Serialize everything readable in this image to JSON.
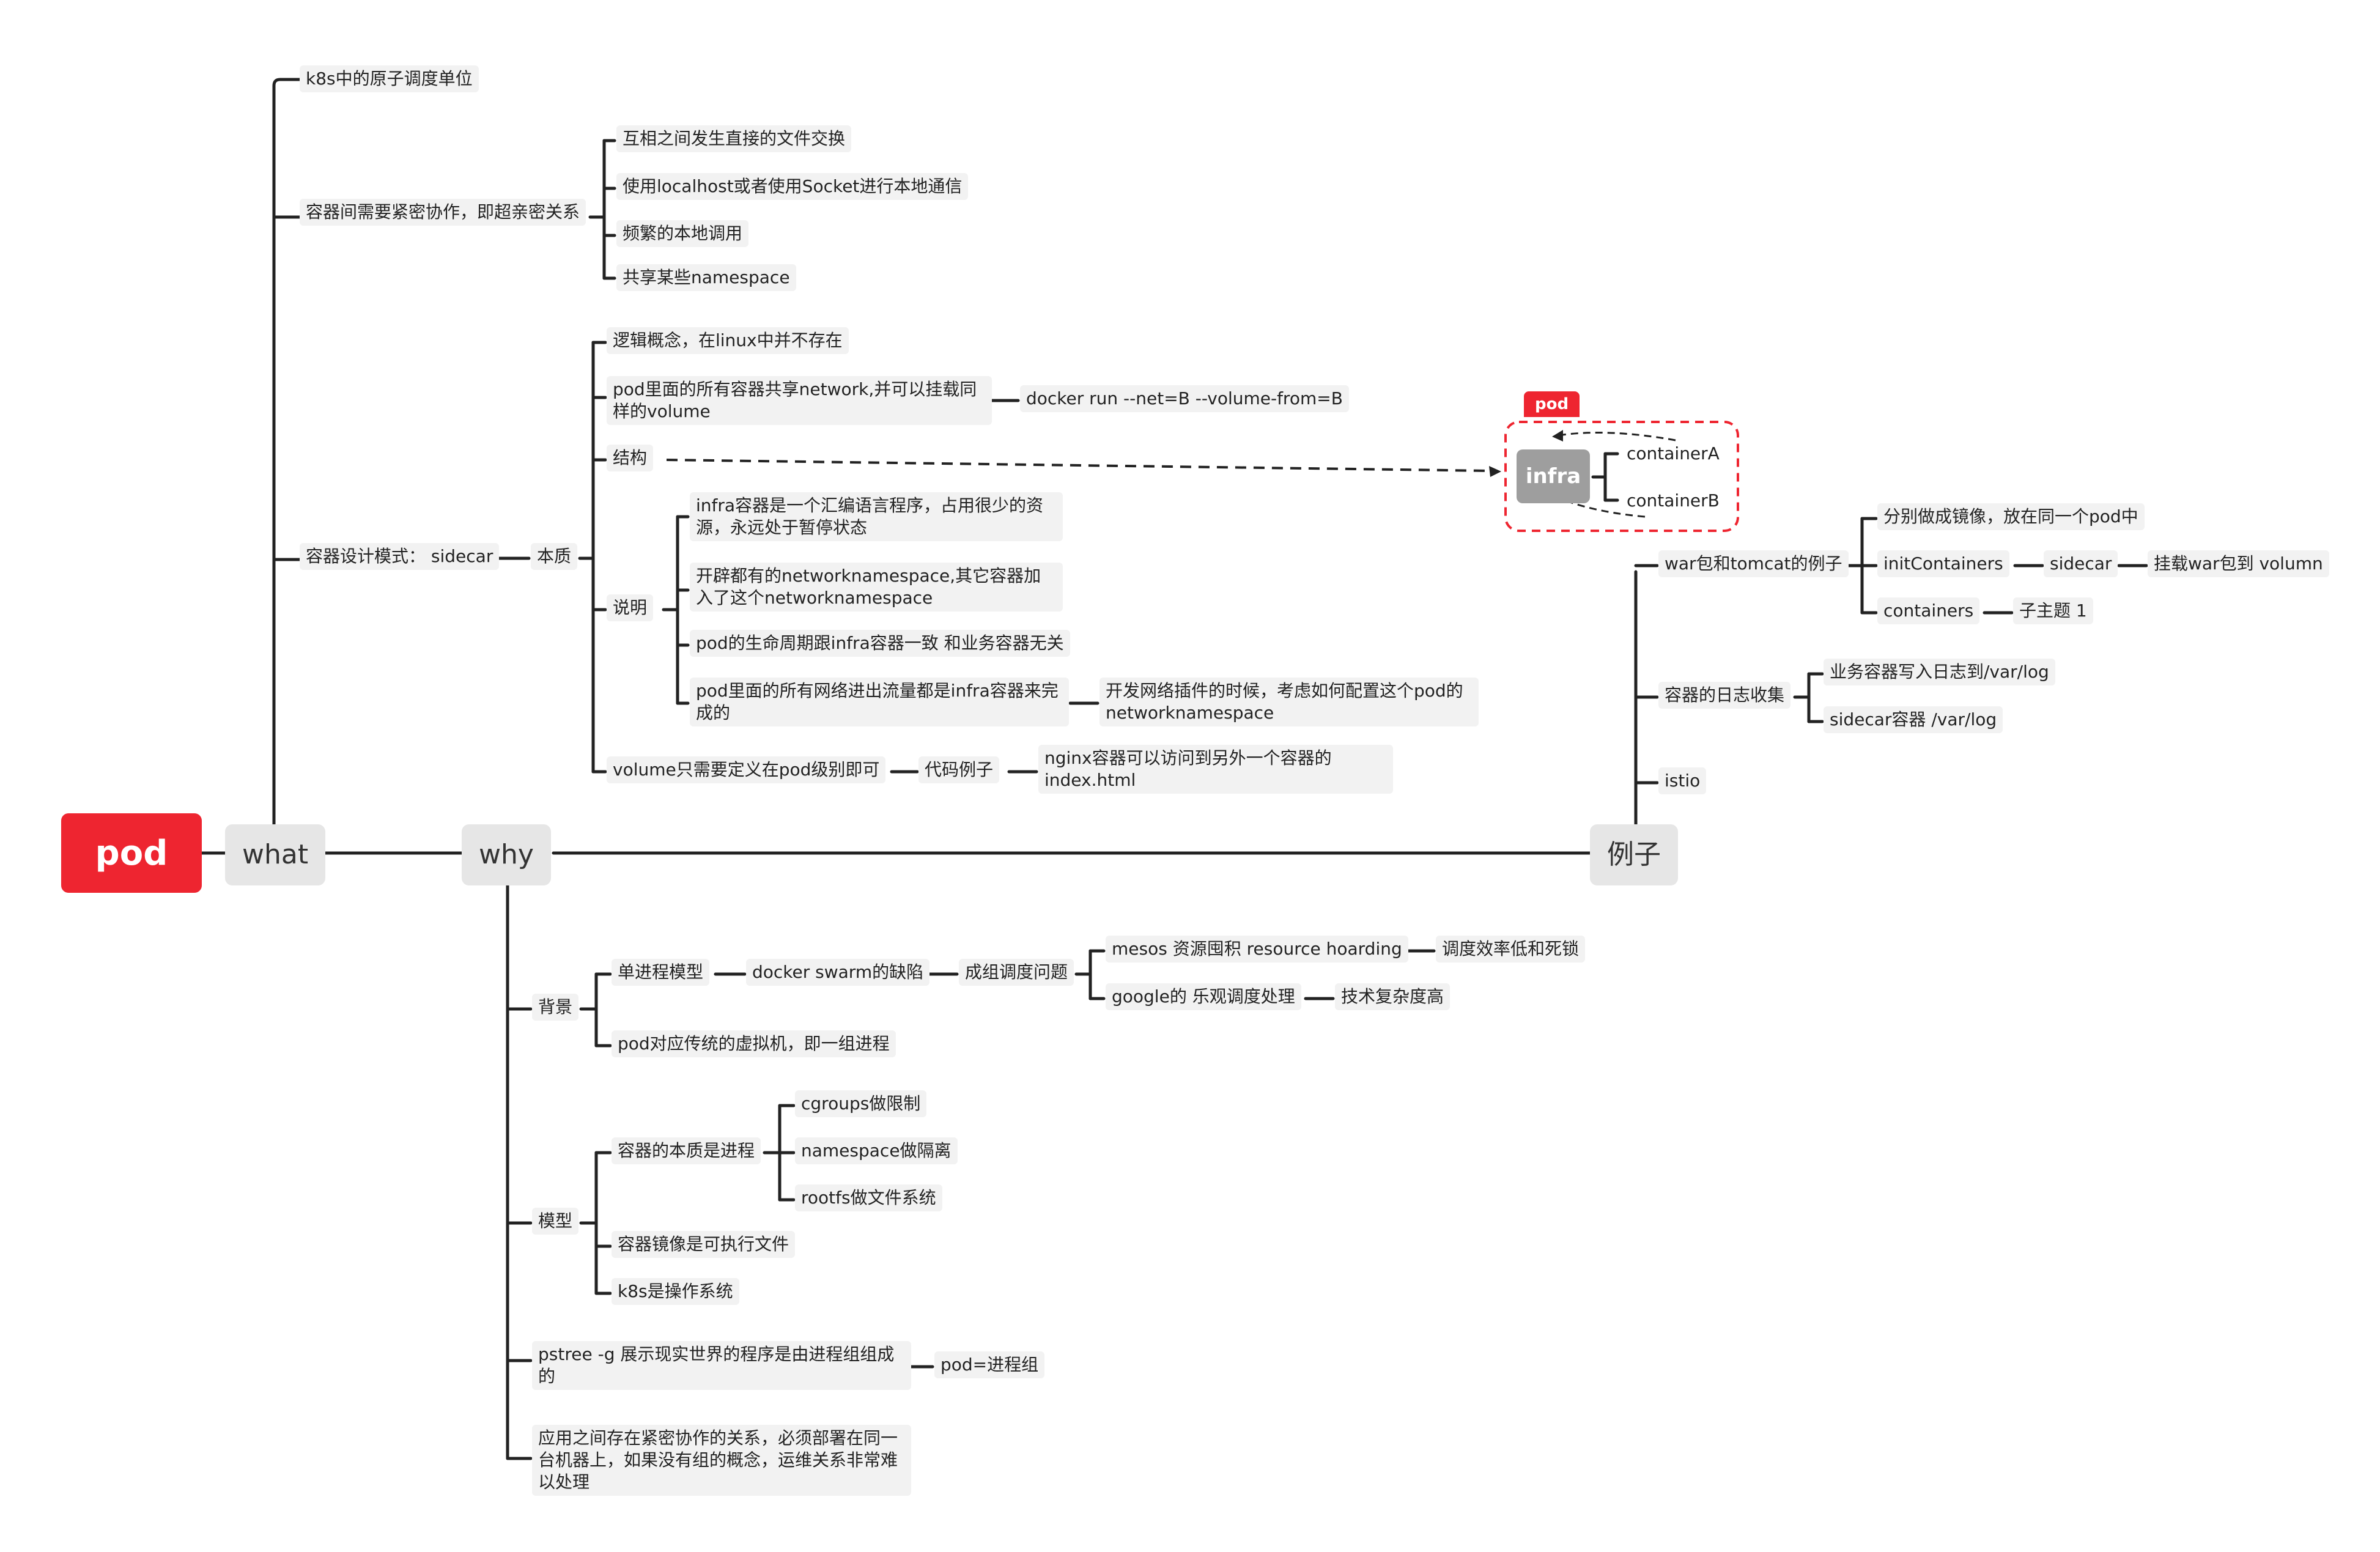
{
  "root": {
    "label": "pod"
  },
  "main": {
    "what": "what",
    "why": "why",
    "example": "例子"
  },
  "what": {
    "atomic": "k8s中的原子调度单位",
    "intimate": "容器间需要紧密协作，即超亲密关系",
    "intimate_items": [
      "互相之间发生直接的文件交换",
      "使用localhost或者使用Socket进行本地通信",
      "频繁的本地调用",
      "共享某些namespace"
    ],
    "design": "容器设计模式： sidecar",
    "essence": "本质",
    "logic": "逻辑概念，在linux中并不存在",
    "share_network": "pod里面的所有容器共享network,并可以挂载同样的volume",
    "docker_cmd": "docker run --net=B --volume-from=B",
    "structure": "结构",
    "explain": "说明",
    "explain_items": [
      "infra容器是一个汇编语言程序，占用很少的资源，永远处于暂停状态",
      "开辟都有的networknamespace,其它容器加入了这个networknamespace",
      "pod的生命周期跟infra容器一致 和业务容器无关",
      "pod里面的所有网络进出流量都是infra容器来完成的"
    ],
    "plugin_note": "开发网络插件的时候，考虑如何配置这个pod的networknamespace",
    "volume": "volume只需要定义在pod级别即可",
    "code_example": "代码例子",
    "nginx": "nginx容器可以访问到另外一个容器的index.html"
  },
  "diagram": {
    "badge": "pod",
    "infra": "infra",
    "container_a": "containerA",
    "container_b": "containerB"
  },
  "why": {
    "background": "背景",
    "single_process": "单进程模型",
    "swarm": "docker swarm的缺陷",
    "group_schedule": "成组调度问题",
    "mesos": "mesos 资源囤积 resource hoarding",
    "mesos_result": "调度效率低和死锁",
    "google": "google的 乐观调度处理",
    "google_result": "技术复杂度高",
    "vm": "pod对应传统的虚拟机，即一组进程",
    "model": "模型",
    "process": "容器的本质是进程",
    "process_items": [
      "cgroups做限制",
      "namespace做隔离",
      "rootfs做文件系统"
    ],
    "image": "容器镜像是可执行文件",
    "k8s_os": "k8s是操作系统",
    "pstree": "pstree -g 展示现实世界的程序是由进程组组成的",
    "pod_group": "pod=进程组",
    "deploy": "应用之间存在紧密协作的关系，必须部署在同一台机器上，如果没有组的概念，运维关系非常难以处理"
  },
  "example": {
    "war": "war包和tomcat的例子",
    "separate": "分别做成镜像，放在同一个pod中",
    "init": "initContainers",
    "sidecar": "sidecar",
    "mount": "挂载war包到 volumn",
    "containers": "containers",
    "subtopic": "子主题 1",
    "log": "容器的日志收集",
    "log_items": [
      "业务容器写入日志到/var/log",
      "sidecar容器 /var/log"
    ],
    "istio": "istio"
  },
  "colors": {
    "accent": "#ee2530",
    "line": "#222222",
    "node_bg": "#f2f2f2",
    "infra": "#9e9e9e"
  }
}
